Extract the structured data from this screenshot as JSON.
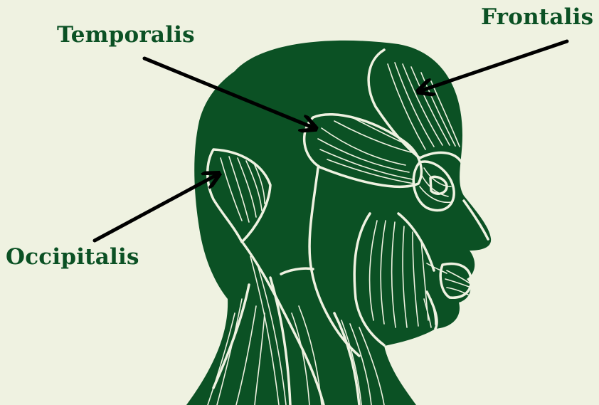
{
  "labels": {
    "temporalis": "Temporalis",
    "frontalis": "Frontalis",
    "occipitalis": "Occipitalis"
  },
  "colors": {
    "background": "#eff2e1",
    "muscle_fill": "#0b5124",
    "fiber_line": "#eff2e1",
    "label_text": "#0b5124",
    "arrow": "#000000"
  },
  "illustration": {
    "subject": "head-muscles-side-view-icon"
  }
}
